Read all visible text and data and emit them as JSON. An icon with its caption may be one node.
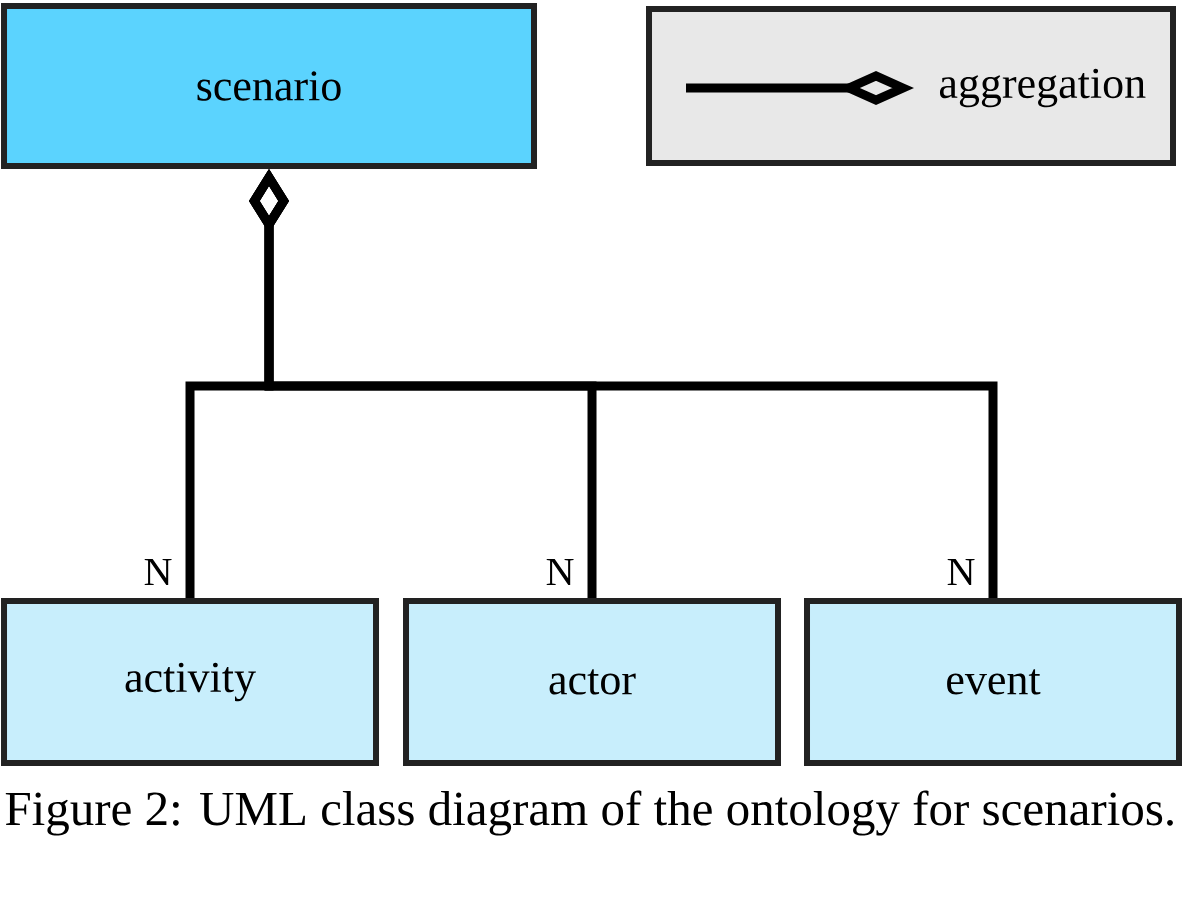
{
  "diagram": {
    "caption": "Figure 2: UML class diagram of the ontology for scenarios.",
    "nodes": [
      {
        "text": [
          "scenario"
        ]
      },
      {
        "text": [
          "activity"
        ]
      },
      {
        "text": [
          "actor"
        ]
      },
      {
        "text": [
          "event"
        ]
      }
    ],
    "edges": [
      {
        "from": 0,
        "to": 1,
        "arrow": "other",
        "label": "N"
      },
      {
        "from": 0,
        "to": 2,
        "arrow": "other",
        "label": "N"
      },
      {
        "from": 0,
        "to": 3,
        "arrow": "other",
        "label": "N"
      }
    ],
    "legend": [
      {
        "text": "aggregation"
      }
    ]
  }
}
